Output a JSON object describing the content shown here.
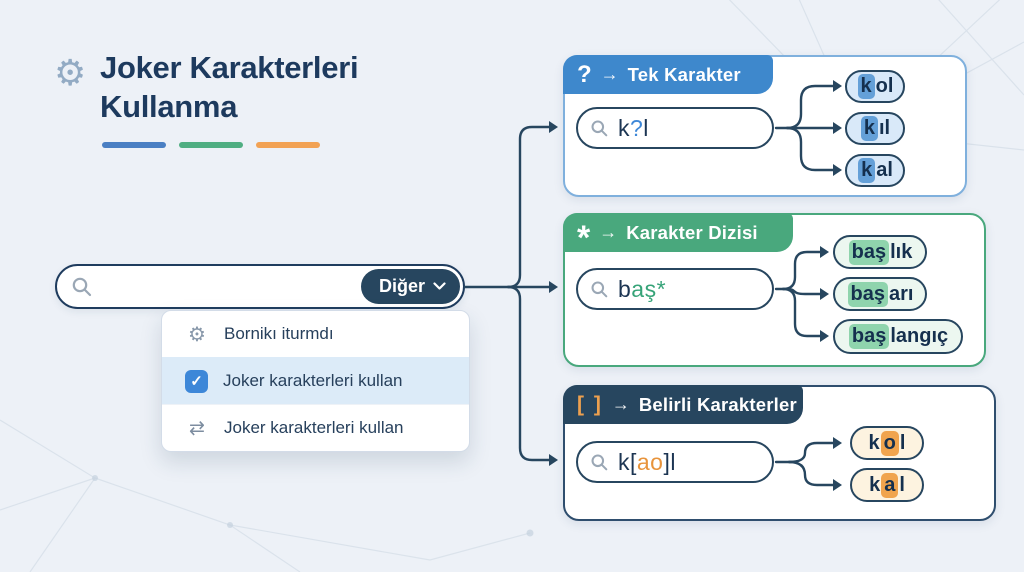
{
  "title": {
    "line1": "Joker Karakterleri",
    "line2": "Kullanma",
    "underline_colors": [
      "#4a7fc3",
      "#4fae82",
      "#f2a254"
    ]
  },
  "icons": {
    "gear": "⚙",
    "check": "✓",
    "sync": "⇄"
  },
  "search_bar": {
    "value": "",
    "button_label": "Diğer"
  },
  "dropdown": {
    "items": [
      {
        "icon": "gear-icon",
        "label": "Bornikı iturmdı",
        "selected": false
      },
      {
        "icon": "checkbox-checked-icon",
        "label": "Joker karakterleri kullan",
        "selected": true
      },
      {
        "icon": "sync-icon",
        "label": "Joker karakterleri kullan",
        "selected": false
      }
    ]
  },
  "panels": [
    {
      "id": "single-character",
      "symbol": "?",
      "arrow": "→",
      "header": "Tek Karakter",
      "accent_color": "#3e88cc",
      "query": {
        "pre": "k",
        "accent": "?",
        "post": "l"
      },
      "results": [
        {
          "pre": "",
          "hi": "k",
          "post": "ol"
        },
        {
          "pre": "",
          "hi": "k",
          "post": "ıl"
        },
        {
          "pre": "",
          "hi": "k",
          "post": "al"
        }
      ]
    },
    {
      "id": "character-sequence",
      "symbol": "*",
      "arrow": "→",
      "header": "Karakter Dizisi",
      "accent_color": "#49a87d",
      "query": {
        "pre": "b",
        "accent": "aş*",
        "post": ""
      },
      "results": [
        {
          "pre": "",
          "hi": "baş",
          "post": "lık"
        },
        {
          "pre": "",
          "hi": "baş",
          "post": "arı"
        },
        {
          "pre": "",
          "hi": "baş",
          "post": "langıç"
        }
      ]
    },
    {
      "id": "specific-characters",
      "symbol": "[ ]",
      "arrow": "→",
      "header": "Belirli Karakterler",
      "accent_color": "#e8943c",
      "query": {
        "pre": "k[",
        "accent": "ao",
        "post": "]l"
      },
      "results": [
        {
          "pre": "k",
          "hi": "o",
          "post": "l"
        },
        {
          "pre": "k",
          "hi": "a",
          "post": "l"
        }
      ]
    }
  ]
}
